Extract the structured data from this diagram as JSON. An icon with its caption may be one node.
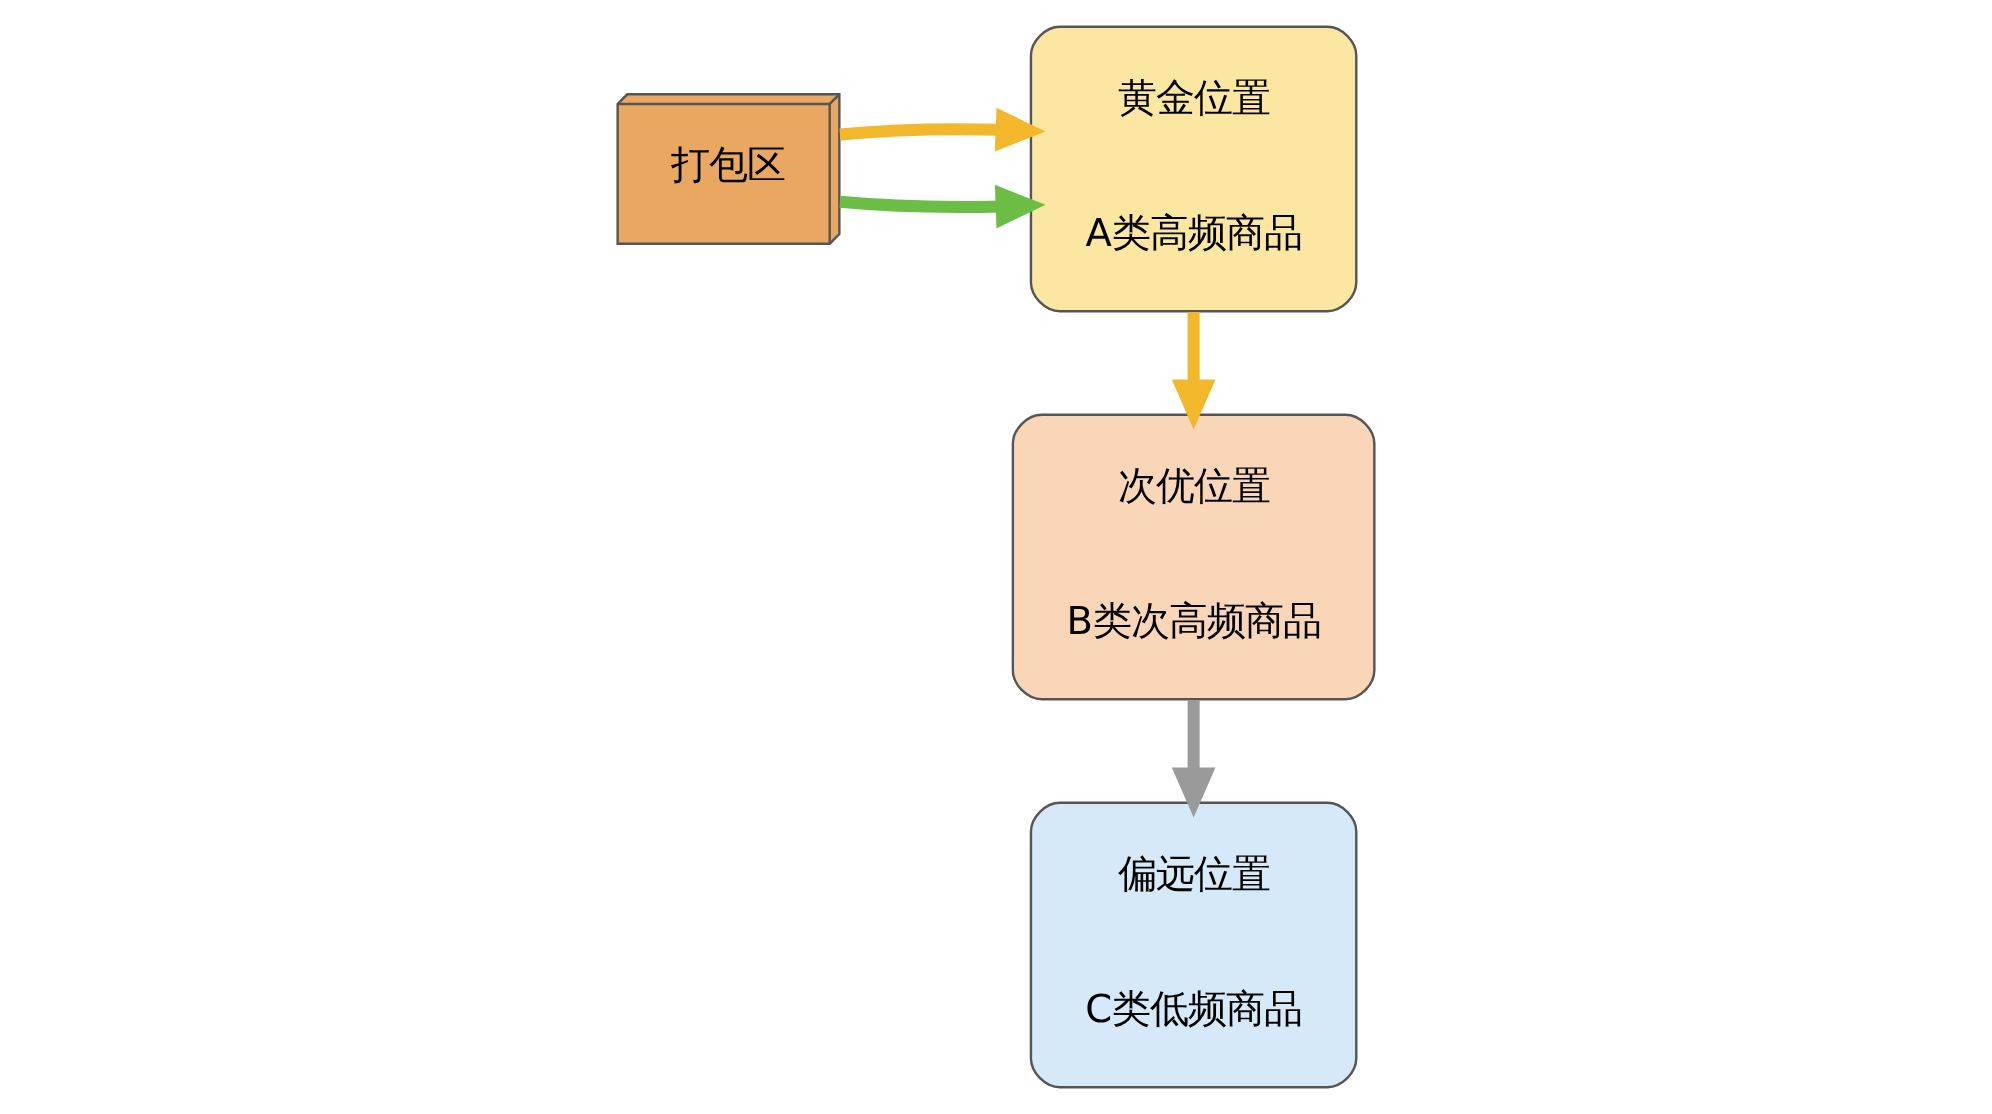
{
  "diagram": {
    "nodes": [
      {
        "text": [
          "打包区"
        ]
      },
      {
        "text": [
          "黄金位置",
          "A类高频商品"
        ]
      },
      {
        "text": [
          "次优位置",
          "B类次高频商品"
        ]
      },
      {
        "text": [
          "偏远位置",
          "C类低频商品"
        ]
      }
    ],
    "edges": [
      {
        "from": 0,
        "to": 1,
        "arrow": "to",
        "color": "#6cbd45"
      },
      {
        "from": 0,
        "to": 1,
        "arrow": "to"
      },
      {
        "from": 1,
        "to": 2,
        "arrow": "to"
      },
      {
        "from": 2,
        "to": 3,
        "arrow": "to",
        "color": "#9a9a9a"
      }
    ]
  }
}
